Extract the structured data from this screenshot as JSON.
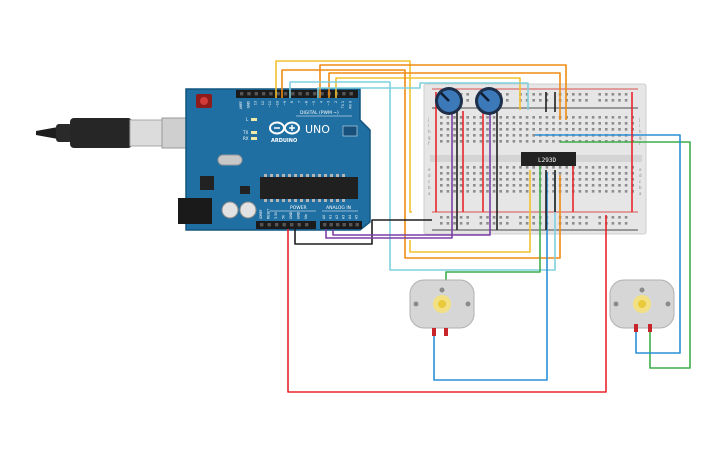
{
  "arduino": {
    "brand": "ARDUINO",
    "model": "UNO",
    "digital_label": "DIGITAL (PWM ~)",
    "power_label": "POWER",
    "analog_label": "ANALOG IN",
    "led_labels": [
      "L",
      "TX",
      "RX"
    ],
    "ioref_label": "IOREF",
    "digital_pins": [
      "AREF",
      "GND",
      "13",
      "12",
      "~11",
      "~10",
      "~9",
      "8",
      "7",
      "~6",
      "~5",
      "4",
      "~3",
      "2",
      "TX 1",
      "RX 0"
    ],
    "power_pins": [
      "IOREF",
      "RESET",
      "3.3V",
      "5V",
      "GND",
      "GND",
      "Vin"
    ],
    "analog_pins": [
      "A0",
      "A1",
      "A2",
      "A3",
      "A4",
      "A5"
    ]
  },
  "chip": {
    "label": "L293D"
  },
  "breadboard": {
    "row_letters_top": [
      "j",
      "i",
      "h",
      "g",
      "f"
    ],
    "row_letters_bottom": [
      "e",
      "d",
      "c",
      "b",
      "a"
    ]
  },
  "components": [
    "usb-cable",
    "arduino-uno",
    "breadboard",
    "potentiometer-1",
    "potentiometer-2",
    "l293d-driver",
    "dc-motor-1",
    "dc-motor-2"
  ],
  "wire_colors": {
    "red": "#e8262b",
    "black": "#1f1f1f",
    "yellow": "#f2c12e",
    "orange": "#ef8b12",
    "light_blue": "#7fd0de",
    "blue": "#2b8fd6",
    "green": "#3fae4a",
    "purple": "#7b3fa6"
  }
}
